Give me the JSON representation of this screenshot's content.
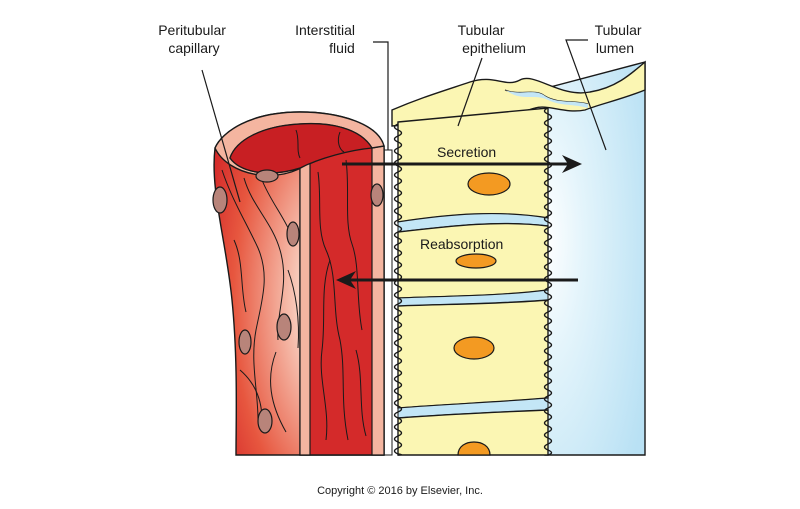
{
  "labels": {
    "peritubular_capillary": [
      "Peritubular",
      "capillary"
    ],
    "interstitial_fluid": [
      "Interstitial",
      "fluid"
    ],
    "tubular_epithelium": [
      "Tubular",
      "epithelium"
    ],
    "tubular_lumen": [
      "Tubular",
      "lumen"
    ],
    "secretion": "Secretion",
    "reabsorption": "Reabsorption"
  },
  "copyright": "Copyright © 2016 by Elsevier, Inc.",
  "colors": {
    "capillary_dark": "#d42a2a",
    "capillary_light": "#f6c2ac",
    "vessel_wall": "#f4b5a0",
    "cell_yellow": "#fbf6b3",
    "lumen_blue": "#c3e6f6",
    "nucleus_orange": "#f39a22",
    "rbc_brown": "#b8847a"
  }
}
